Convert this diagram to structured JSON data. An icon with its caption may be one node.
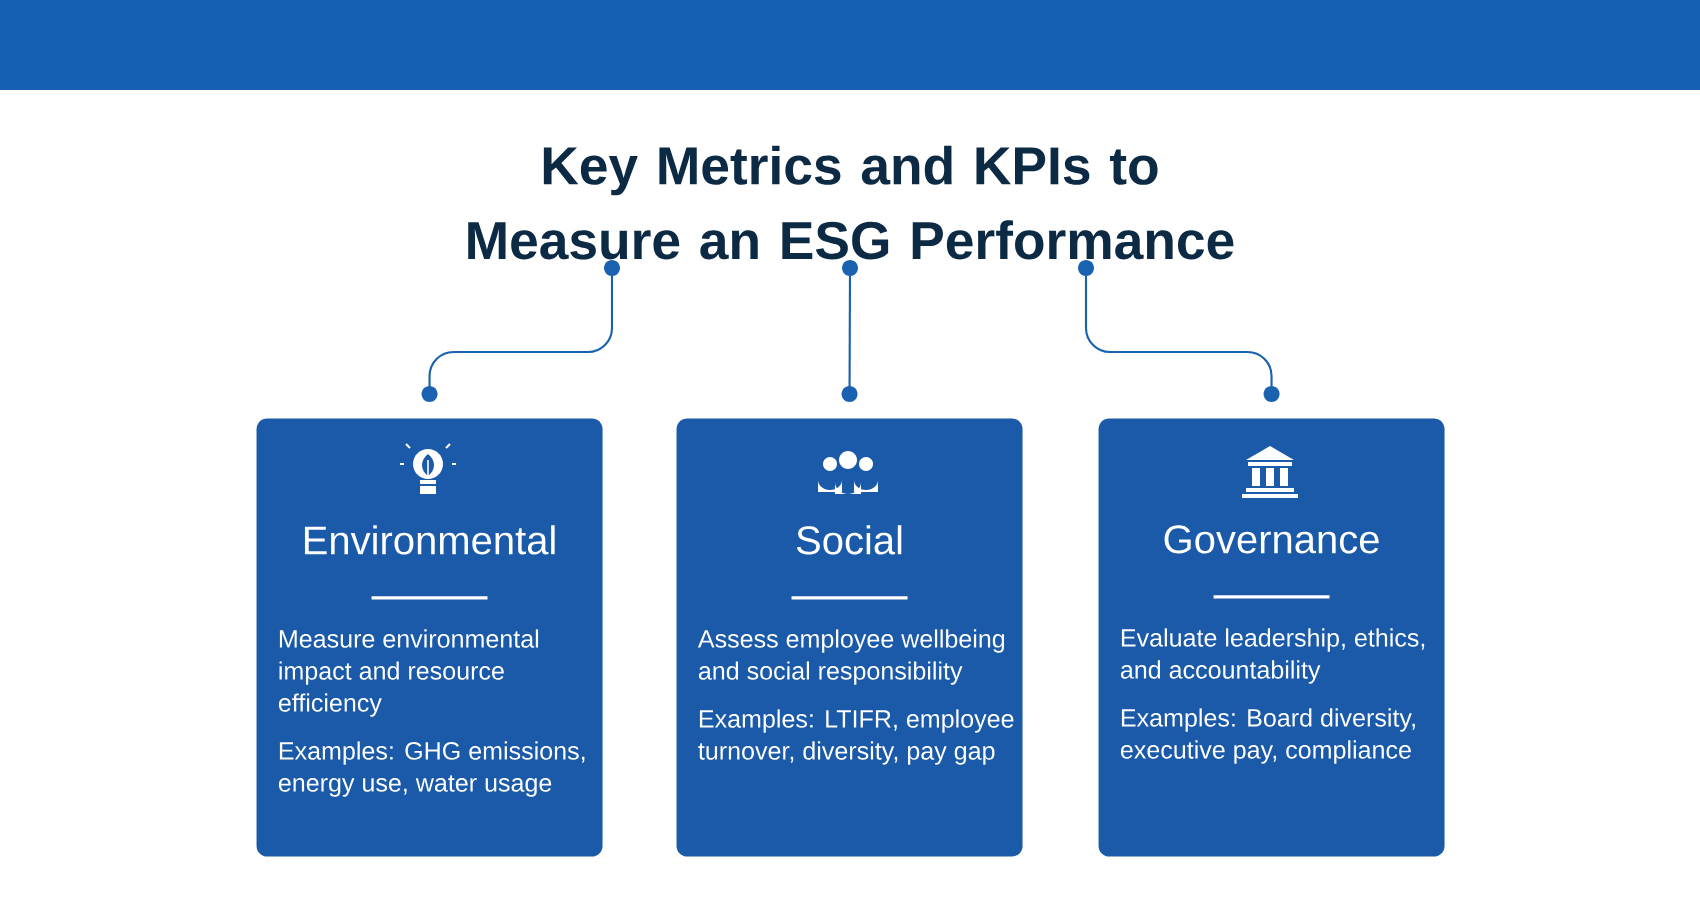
{
  "diagram": {
    "nodes": [
      {
        "text": [
          "Key Metrics and KPIs to Measure an ESG Performance"
        ]
      },
      {
        "text": [
          "Environmental",
          "Measure environmental impact and resource efficiency",
          "Examples: GHG emissions, energy use, water usage"
        ]
      },
      {
        "text": [
          "Social",
          "Assess employee wellbeing and social responsibility",
          "Examples: LTIFR, employee turnover, diversity, pay gap"
        ]
      },
      {
        "text": [
          "Governance",
          "Evaluate leadership, ethics, and accountability",
          "Examples: Board diversity, executive pay, compliance"
        ]
      }
    ],
    "edges": [
      {
        "from": 0,
        "to": 1,
        "arrow": "other"
      },
      {
        "from": 0,
        "to": 2,
        "arrow": "other"
      },
      {
        "from": 0,
        "to": 3,
        "arrow": "other"
      }
    ]
  }
}
